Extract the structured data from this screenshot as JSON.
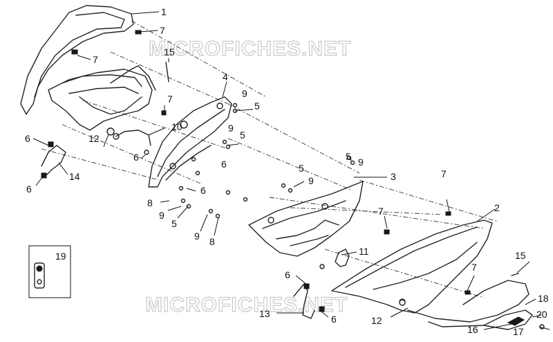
{
  "watermark": "MICROFICHES.NET",
  "callouts": {
    "c1": "1",
    "c2": "2",
    "c3": "3",
    "c4": "4",
    "c5": "5",
    "c6": "6",
    "c7": "7",
    "c8": "8",
    "c9": "9",
    "c10": "10",
    "c11": "11",
    "c12": "12",
    "c13": "13",
    "c14": "14",
    "c15": "15",
    "c16": "16",
    "c17": "17",
    "c18": "18",
    "c19": "19",
    "c20": "20"
  }
}
